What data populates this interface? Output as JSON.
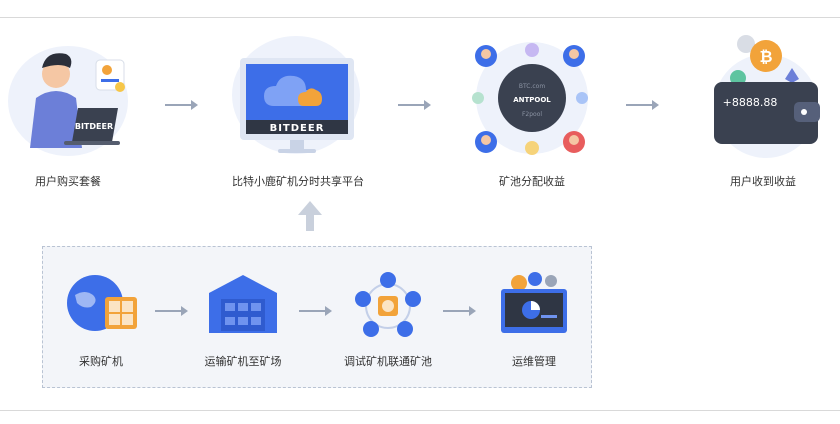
{
  "flow_top": {
    "steps": [
      {
        "label": "用户购买套餐"
      },
      {
        "label": "比特小鹿矿机分时共享平台",
        "screen_brand": "BITDEER"
      },
      {
        "label": "矿池分配收益",
        "pool_names": [
          "BTC.com",
          "ANTPOOL",
          "F2pool"
        ]
      },
      {
        "label": "用户收到收益",
        "wallet_amount": "+8888.88"
      }
    ],
    "laptop_brand": "BITDEER"
  },
  "flow_bottom": {
    "steps": [
      {
        "label": "采购矿机"
      },
      {
        "label": "运输矿机至矿场"
      },
      {
        "label": "调试矿机联通矿池"
      },
      {
        "label": "运维管理"
      }
    ]
  },
  "colors": {
    "primary_blue": "#3d6ee8",
    "orange": "#f2a33a",
    "panel_bg": "#f3f5f9",
    "arrow_gray": "#9aa5b8",
    "dark_monitor": "#2f3644"
  }
}
